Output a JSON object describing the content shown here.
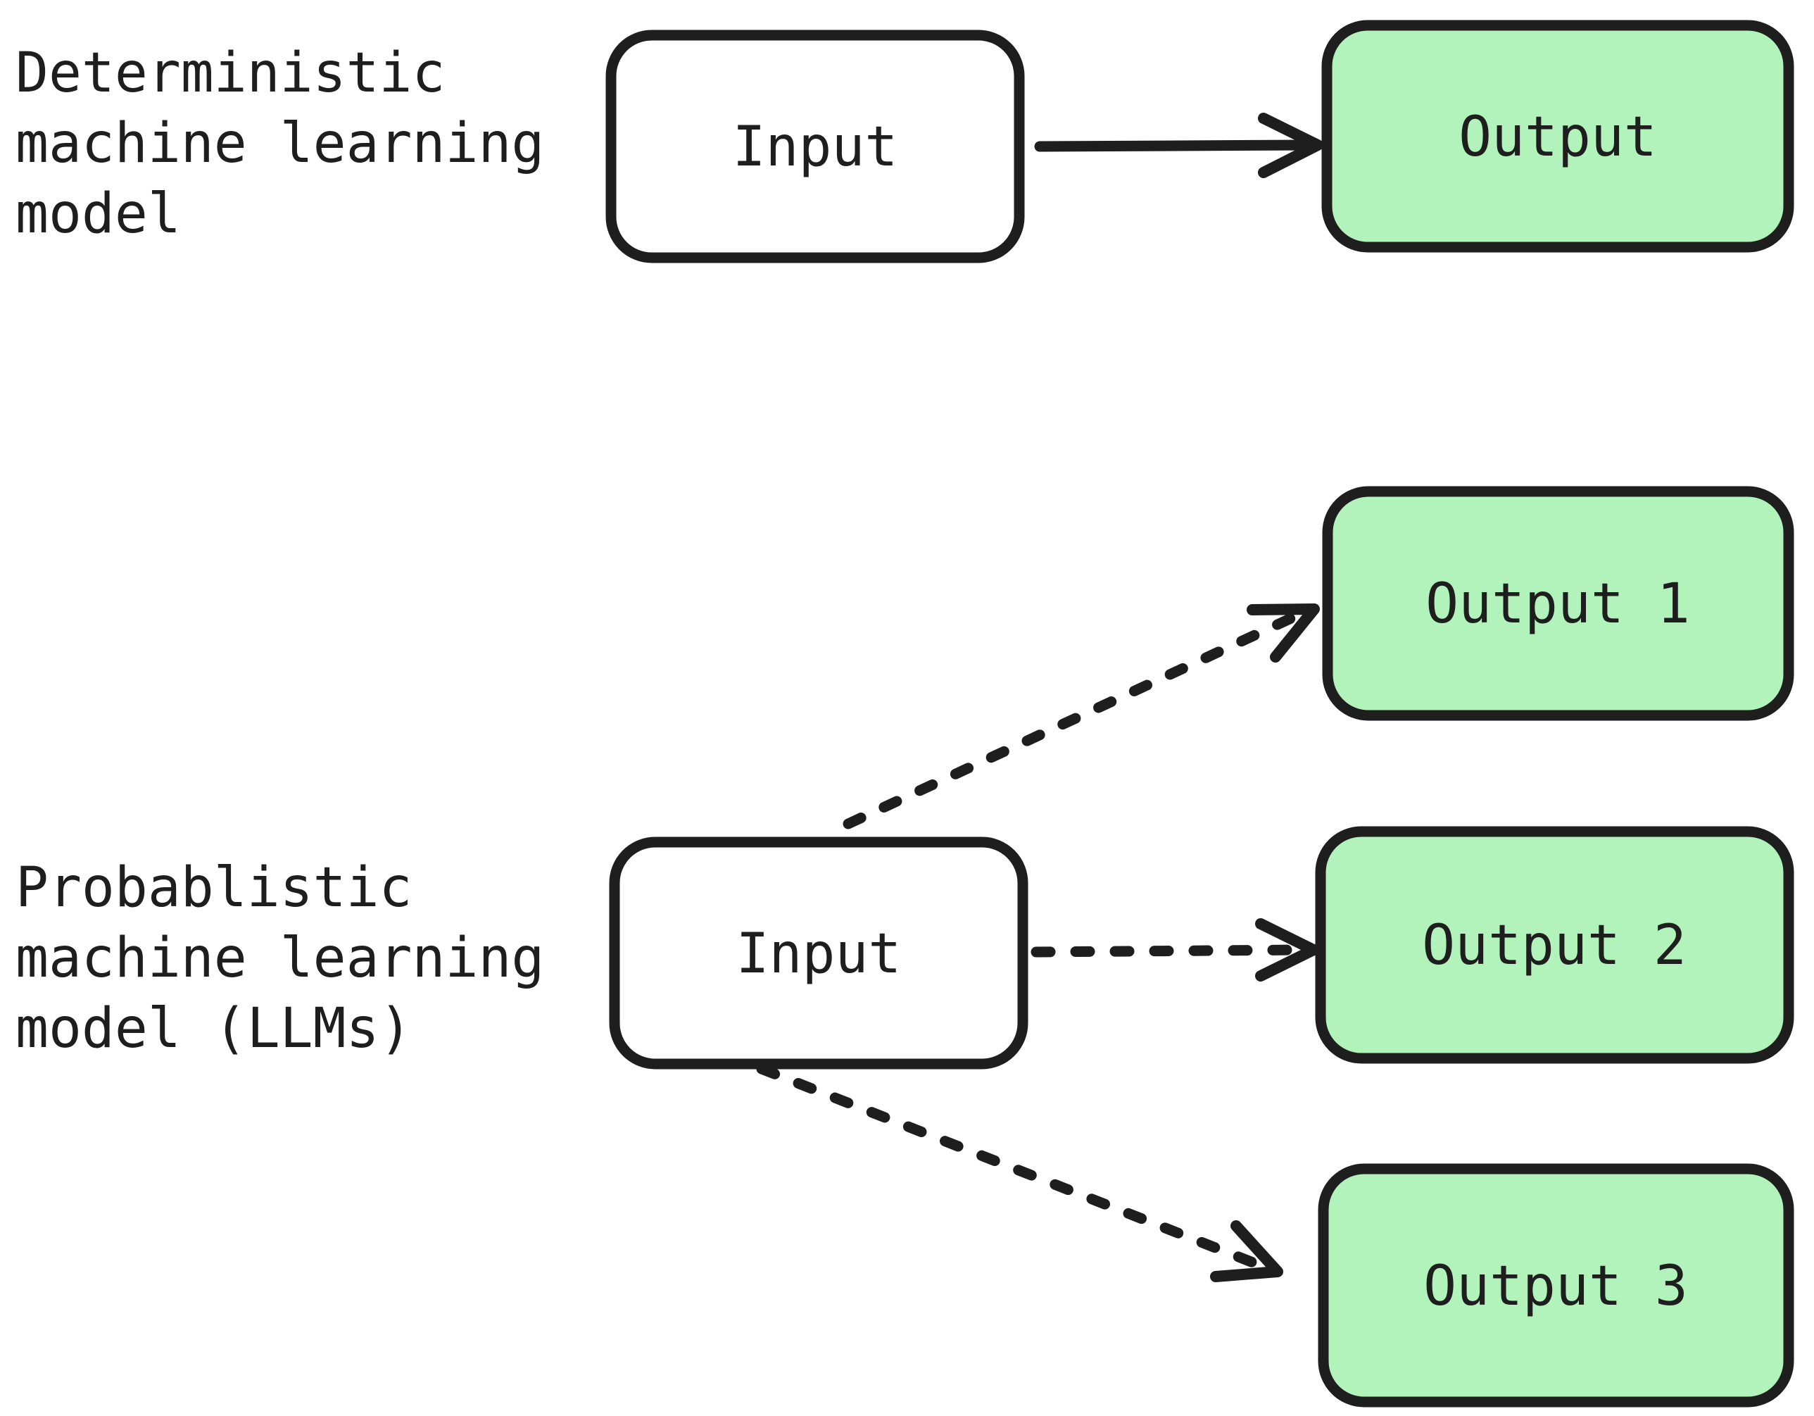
{
  "diagram": {
    "colors": {
      "background": "#ffffff",
      "stroke": "#1e1e1e",
      "green_fill": "#b2f2bb",
      "white_fill": "#ffffff"
    },
    "sections": [
      {
        "label_lines": [
          "Deterministic",
          "machine learning",
          "model"
        ],
        "input_label": "Input",
        "outputs": [
          {
            "label": "Output"
          }
        ],
        "arrows": [
          {
            "from": "input",
            "to": "output",
            "style": "solid"
          }
        ]
      },
      {
        "label_lines": [
          "Probablistic",
          "machine learning",
          "model (LLMs)"
        ],
        "input_label": "Input",
        "outputs": [
          {
            "label": "Output 1"
          },
          {
            "label": "Output 2"
          },
          {
            "label": "Output 3"
          }
        ],
        "arrows": [
          {
            "from": "input",
            "to": "output-1",
            "style": "dashed"
          },
          {
            "from": "input",
            "to": "output-2",
            "style": "dashed"
          },
          {
            "from": "input",
            "to": "output-3",
            "style": "dashed"
          }
        ]
      }
    ]
  }
}
